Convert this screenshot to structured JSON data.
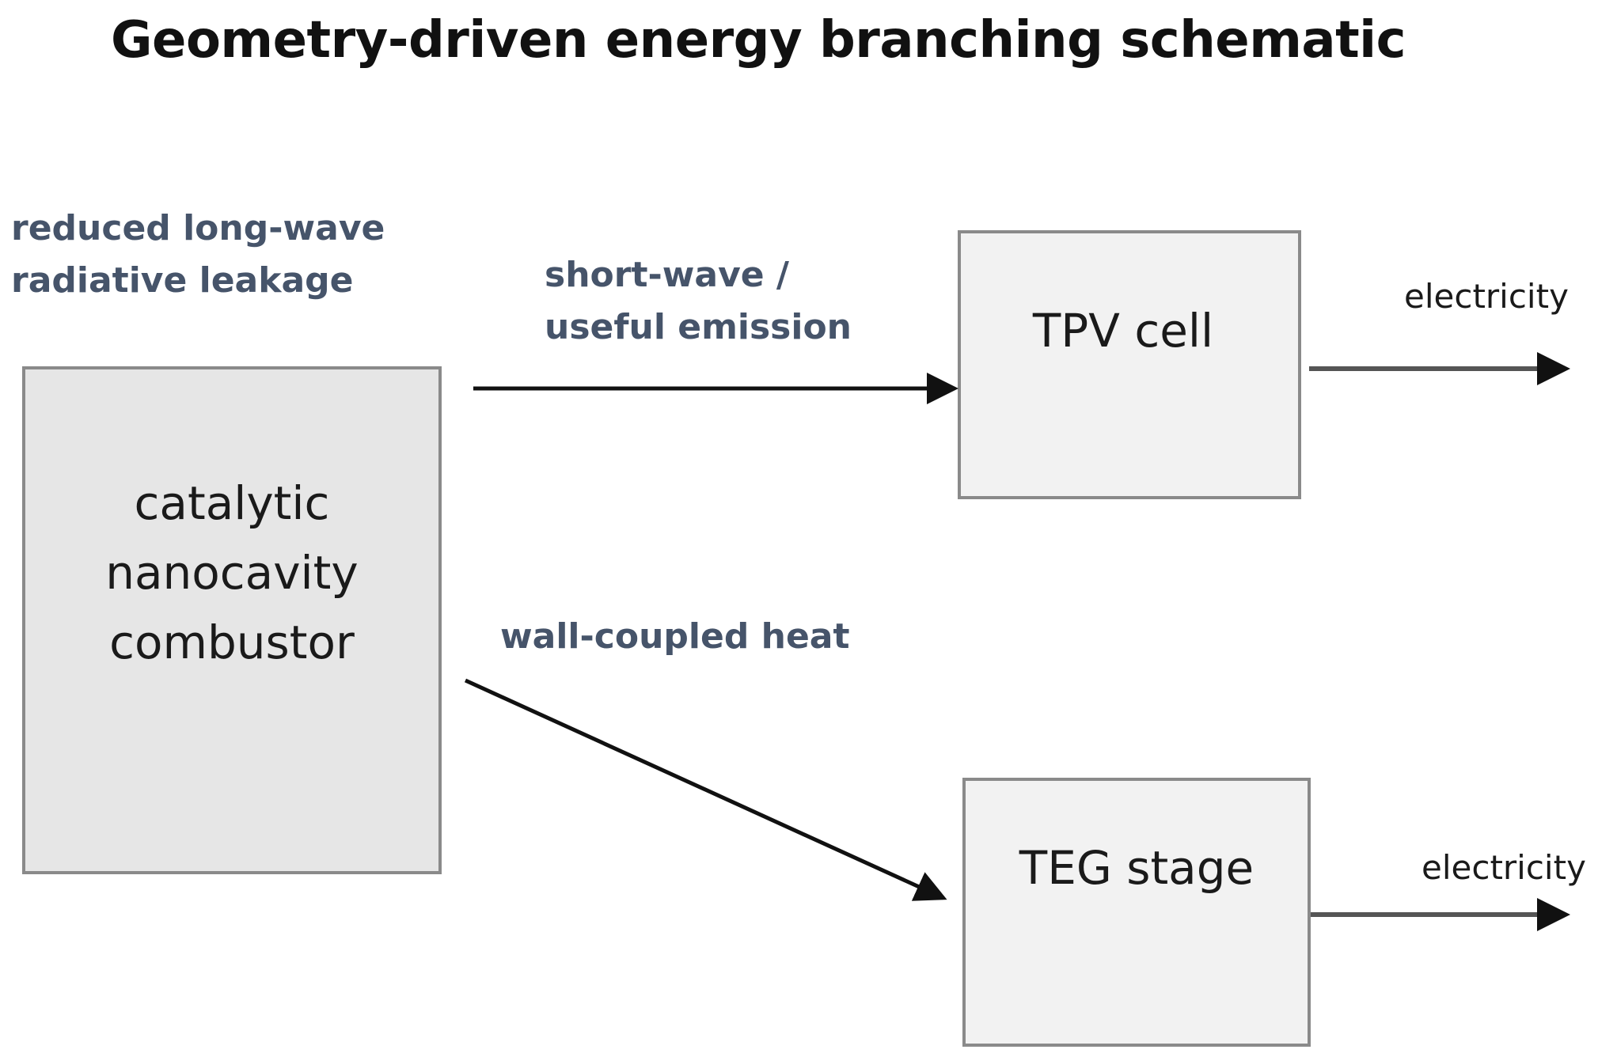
{
  "diagram": {
    "title": "Geometry-driven energy branching schematic",
    "notes": {
      "leakage": [
        "reduced long-wave",
        "radiative leakage"
      ],
      "short_wave": [
        "short-wave /",
        "useful emission"
      ],
      "wall_heat": "wall-coupled heat"
    },
    "boxes": {
      "combustor": [
        "catalytic",
        "nanocavity",
        "combustor"
      ],
      "tpv": "TPV cell",
      "teg": "TEG stage"
    },
    "outputs": {
      "tpv": "electricity",
      "teg": "electricity"
    },
    "colors": {
      "annotation_text": "#46546a",
      "combustor_fill": "#e6e6e6",
      "converter_fill": "#f2f2f2",
      "box_border": "#8a8a8a"
    }
  }
}
